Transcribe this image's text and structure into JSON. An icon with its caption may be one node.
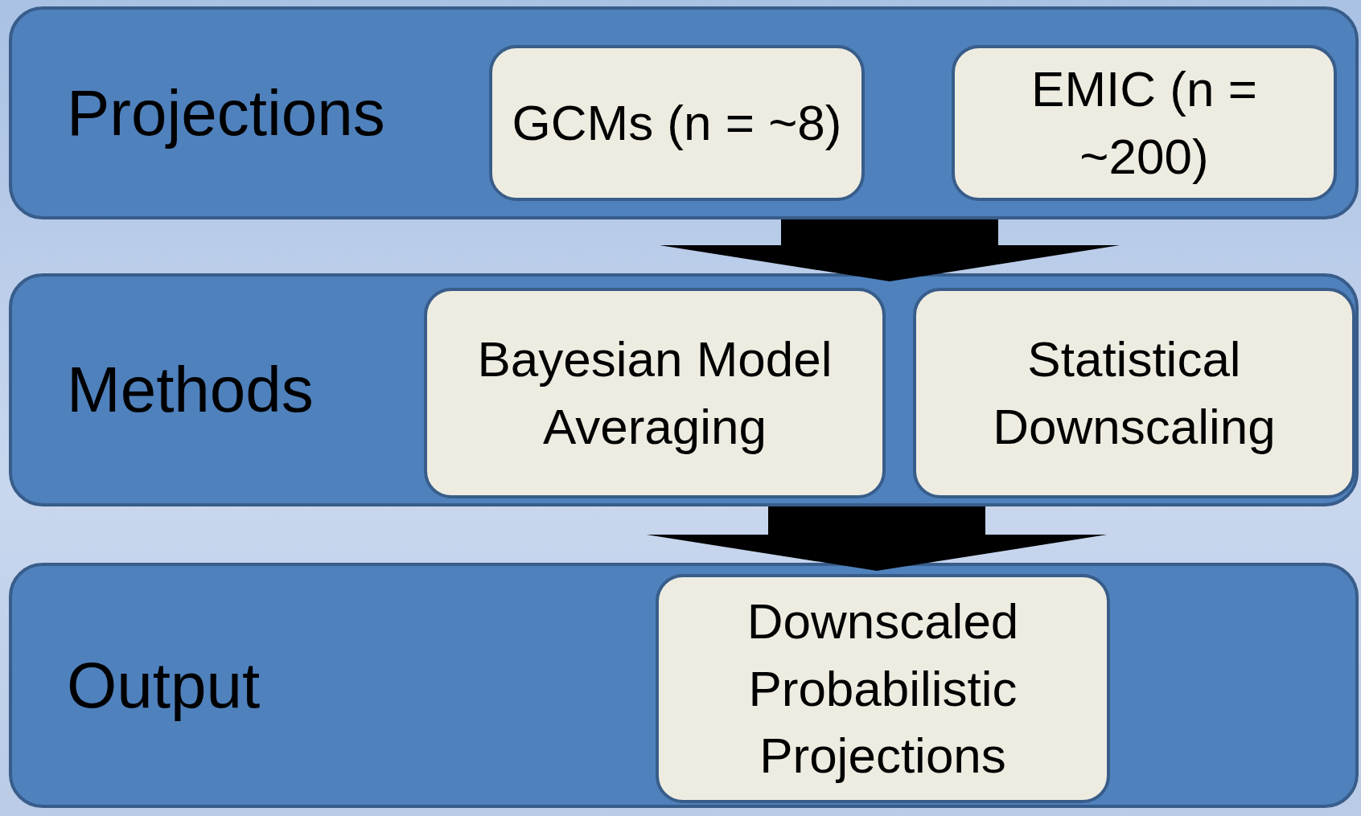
{
  "diagram": {
    "nodes": [
      {
        "text": [
          "Projections"
        ]
      },
      {
        "text": [
          "GCMs (n = ~8)"
        ],
        "in": 0
      },
      {
        "text": [
          "EMIC (n = ~200)"
        ],
        "in": 0
      },
      {
        "text": [
          "Methods"
        ]
      },
      {
        "text": [
          "Bayesian Model Averaging"
        ],
        "in": 3
      },
      {
        "text": [
          "Statistical Downscaling"
        ],
        "in": 3
      },
      {
        "text": [
          "Output"
        ]
      },
      {
        "text": [
          "Downscaled Probabilistic Projections"
        ],
        "in": 6
      }
    ],
    "edges": [
      {
        "from": 0,
        "to": 3,
        "arrow": "to"
      },
      {
        "from": 3,
        "to": 6,
        "arrow": "to"
      }
    ]
  }
}
